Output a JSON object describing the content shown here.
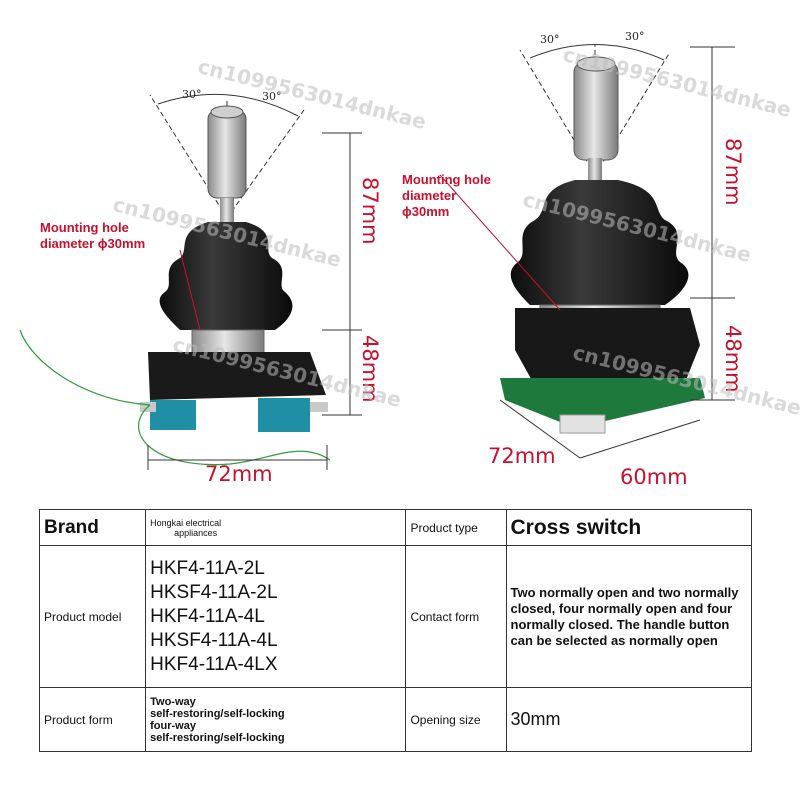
{
  "figure": {
    "left": {
      "angle_left": "30°",
      "angle_right": "30°",
      "height_top": "87mm",
      "height_bottom": "48mm",
      "width": "72mm",
      "note_line1": "Mounting hole",
      "note_line2": "diameter ϕ30mm"
    },
    "right": {
      "angle_left": "30°",
      "angle_right": "30°",
      "height_top": "87mm",
      "height_bottom": "48mm",
      "width_left": "72mm",
      "width_right": "60mm",
      "note_line1": "Mounting hole",
      "note_line2": "diameter",
      "note_line3": "ϕ30mm"
    },
    "watermark": "cn1099563014dnkae"
  },
  "table": {
    "brand_label": "Brand",
    "brand_value_line1": "Hongkai electrical",
    "brand_value_line2": "appliances",
    "product_type_label": "Product type",
    "product_type_value": "Cross switch",
    "product_model_label": "Product model",
    "models": [
      "HKF4-11A-2L",
      "HKSF4-11A-2L",
      "HKF4-11A-4L",
      "HKSF4-11A-4L",
      "HKF4-11A-4LX"
    ],
    "contact_form_label": "Contact form",
    "contact_form_value": "Two normally open and two normally closed, four normally open and four normally closed. The handle button can be selected as normally open",
    "product_form_label": "Product form",
    "product_form_lines": [
      "Two-way",
      "self-restoring/self-locking",
      "four-way",
      "self-restoring/self-locking"
    ],
    "opening_size_label": "Opening size",
    "opening_size_value": "30mm"
  }
}
